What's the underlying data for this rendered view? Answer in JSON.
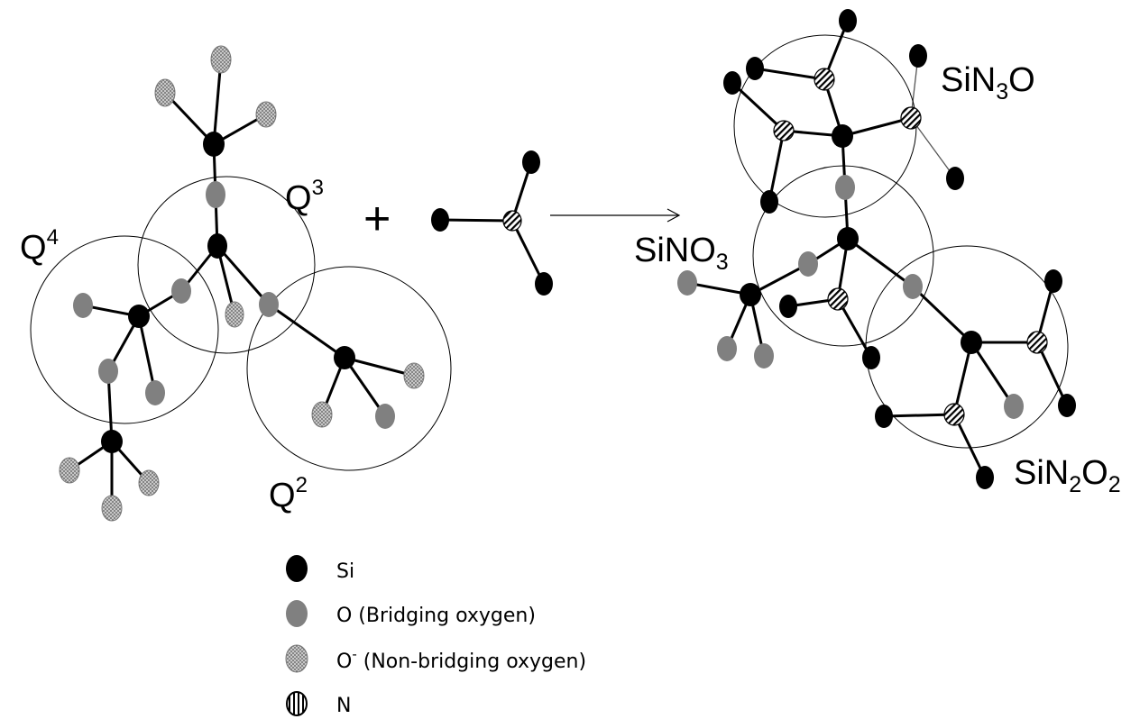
{
  "labels": {
    "q4_base": "Q",
    "q4_sup": "4",
    "q3_base": "Q",
    "q3_sup": "3",
    "q2_base": "Q",
    "q2_sup": "2",
    "plus": "+",
    "sino3_a": "SiNO",
    "sino3_sub": "3",
    "sin3o_a": "SiN",
    "sin3o_sub": "3",
    "sin3o_b": "O",
    "sin2o2_a": "SiN",
    "sin2o2_sub1": "2",
    "sin2o2_b": "O",
    "sin2o2_sub2": "2"
  },
  "legend": [
    {
      "text": "Si",
      "fill": "#000000",
      "pattern": "solid"
    },
    {
      "text": "O (Bridging oxygen)",
      "fill": "#808080",
      "pattern": "solid"
    },
    {
      "text_main": "O",
      "text_sup": "-",
      "text_rest": " (Non-bridging oxygen)",
      "fill": "#9a9a9a",
      "pattern": "dots"
    },
    {
      "text": "N",
      "fill": "#ffffff",
      "pattern": "vstripes"
    }
  ],
  "colors": {
    "si": "#000000",
    "bridging_o": "#808080",
    "non_bridging_o": "#9a9a9a",
    "n": "#ffffff"
  }
}
